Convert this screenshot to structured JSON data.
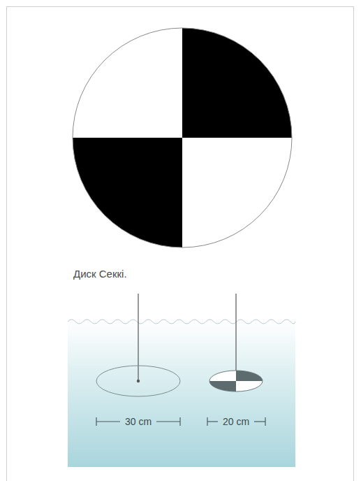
{
  "diagram": {
    "caption": "Диск Секкі.",
    "labels": [
      "30 cm",
      "20 cm"
    ]
  }
}
